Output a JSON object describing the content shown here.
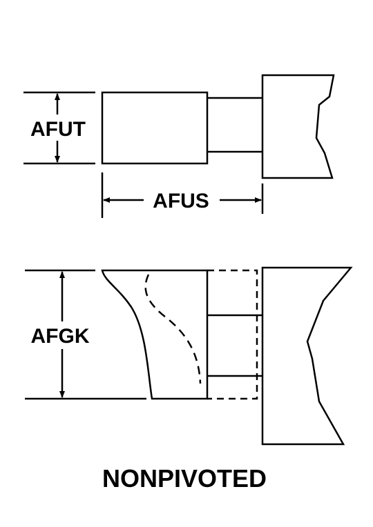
{
  "diagram": {
    "top_view": {
      "height_label": "AFUT",
      "length_label": "AFUS"
    },
    "bottom_view": {
      "height_label": "AFGK"
    },
    "caption": "NONPIVOTED",
    "colors": {
      "line": "#000000",
      "background": "#ffffff"
    }
  }
}
